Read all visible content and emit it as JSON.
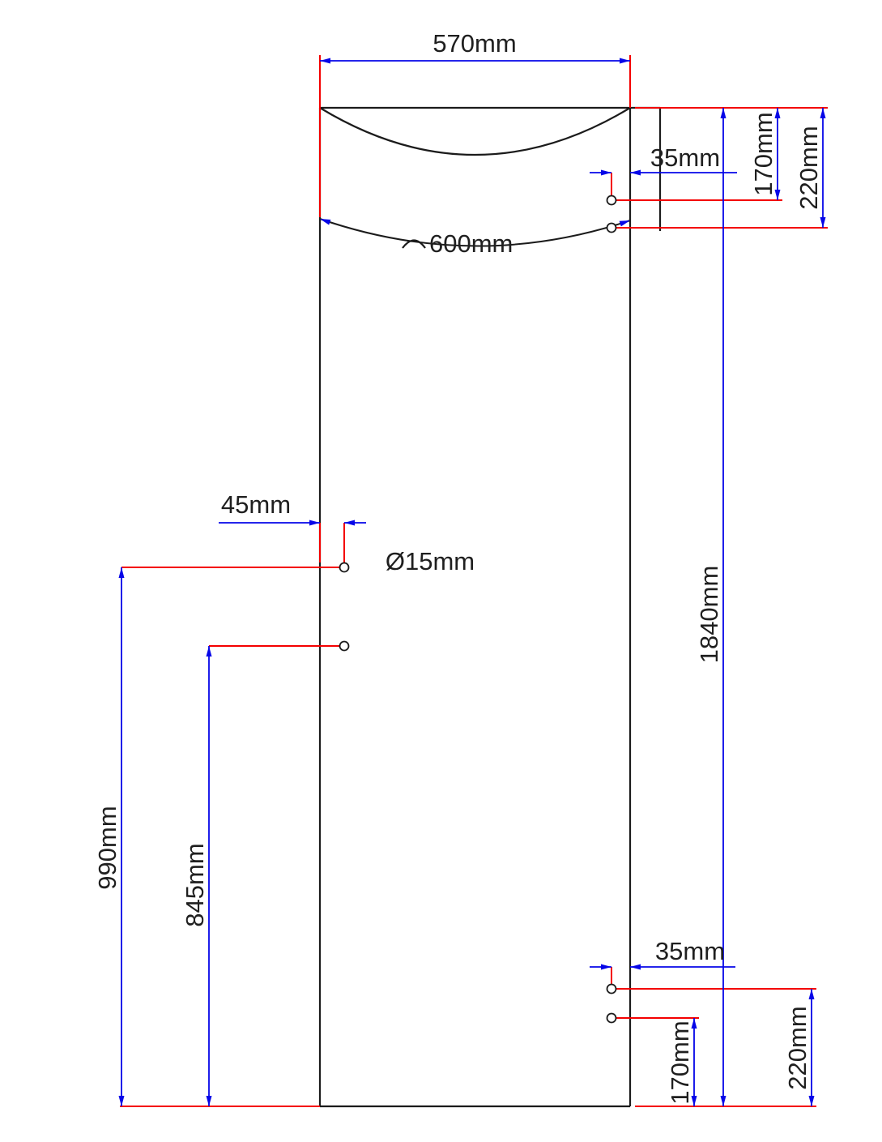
{
  "drawing": {
    "type": "technical-dimension-drawing",
    "subject": "rectangular panel with curved top and six mounting holes",
    "colors": {
      "object_line": "#1b1b1b",
      "dimension_line": "#0606e8",
      "extension_line": "#f40000",
      "text": "#1f1f1f"
    },
    "dimensions": {
      "top_width": "570mm",
      "top_arc_length": "600mm",
      "top_right_hole_inset": "35mm",
      "top_right_hole1_from_top": "170mm",
      "top_right_hole2_from_top": "220mm",
      "overall_height": "1840mm",
      "left_hole_inset": "45mm",
      "hole_diameter": "Ø15mm",
      "left_hole1_from_bottom": "990mm",
      "left_hole2_from_bottom": "845mm",
      "bottom_right_hole_inset": "35mm",
      "bottom_right_hole1_from_bottom": "170mm",
      "bottom_right_hole2_from_bottom": "220mm"
    }
  }
}
